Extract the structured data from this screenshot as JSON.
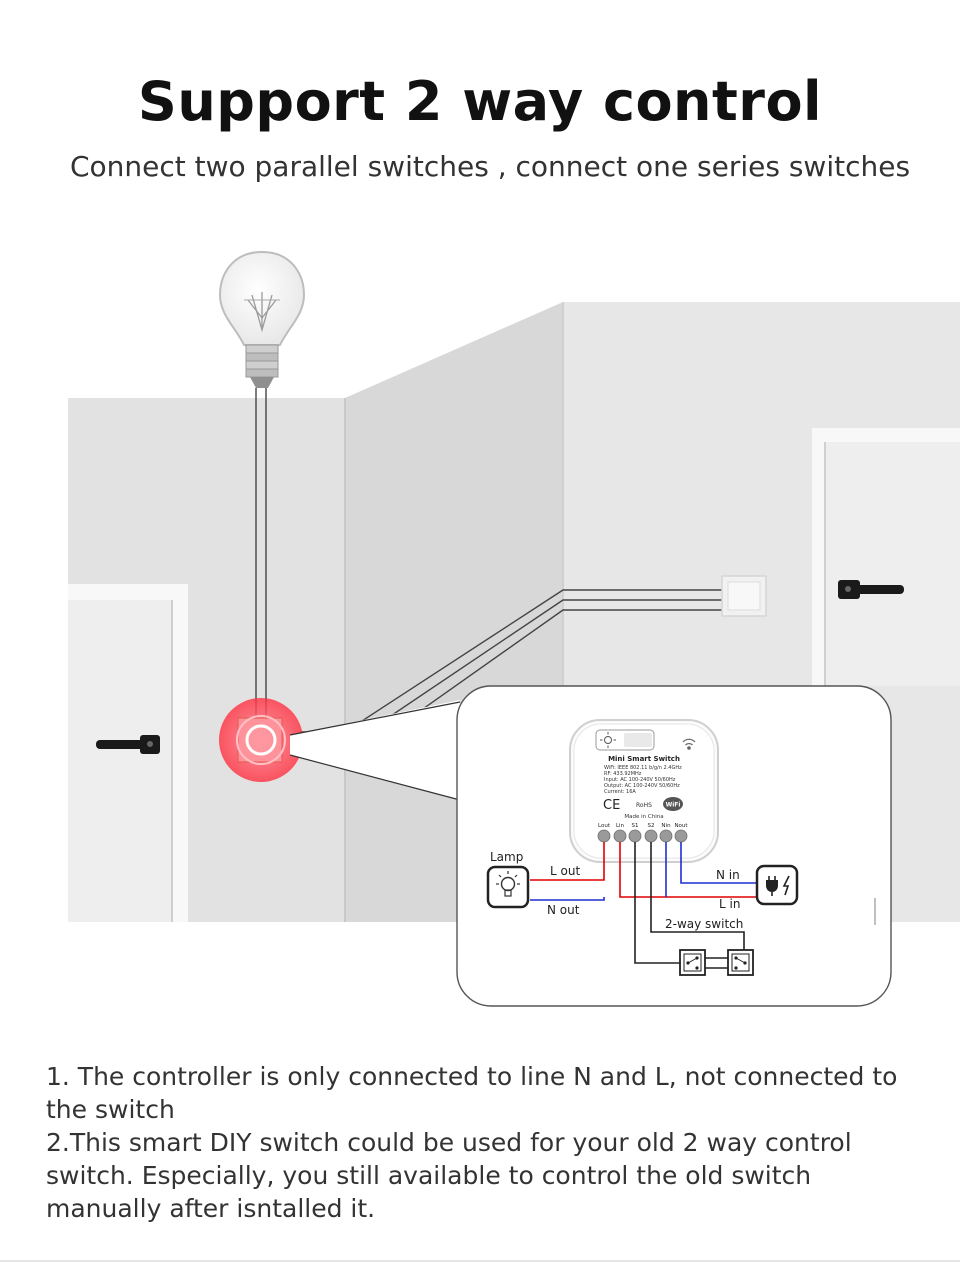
{
  "header": {
    "title": "Support 2 way control",
    "subtitle": "Connect two parallel switches , connect one series switches"
  },
  "device": {
    "name": "Mini Smart Switch",
    "spec_lines": [
      "WiFi: IEEE 802.11 b/g/n  2.4GHz",
      "RF: 433.92MHz",
      "Input:  AC 100-240V  50/60Hz",
      "Output:  AC 100-240V  50/60Hz",
      "Current:  16A"
    ],
    "ce": "CE",
    "rohs": "RoHS",
    "wifi": "WiFi",
    "made_in": "Made in China",
    "terminals": [
      "Lout",
      "Lin",
      "S1",
      "S2",
      "Nin",
      "Nout"
    ]
  },
  "wiring": {
    "lamp": "Lamp",
    "l_out": "L out",
    "n_out": "N out",
    "n_in": "N in",
    "l_in": "L in",
    "two_way_switch": "2-way switch"
  },
  "colors": {
    "live_wire": "#e00000",
    "neutral_wire": "#1f2fd0",
    "highlight": "#ff4a5a"
  },
  "notes": {
    "line1": "1. The controller is only connected to line N and L, not connected to the switch",
    "line2": "2.This smart DIY switch could be used for your old 2 way control switch. Especially, you still available to control the old switch manually after isntalled it."
  }
}
